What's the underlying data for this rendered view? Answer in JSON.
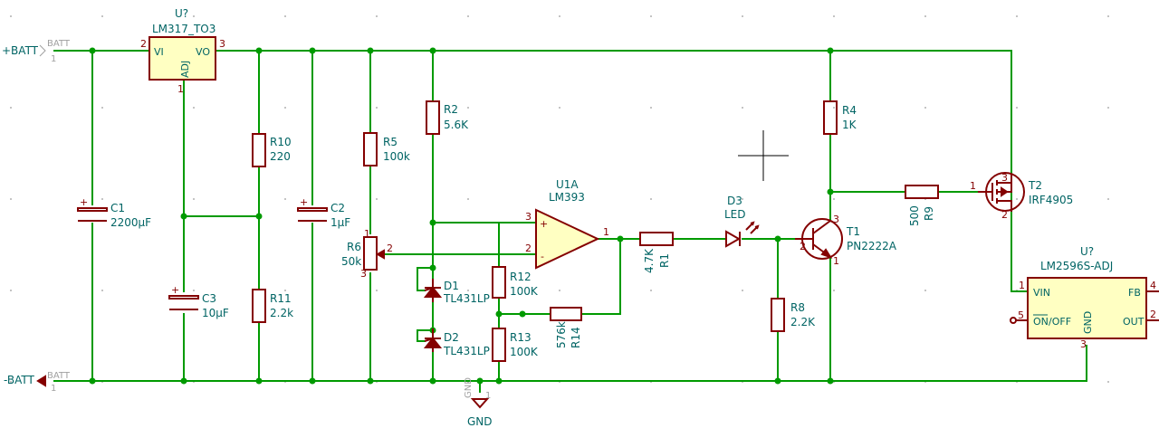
{
  "ports": {
    "batt_plus": "+BATT",
    "batt_plus_pin": "BATT",
    "batt_plus_num": "1",
    "batt_minus": "-BATT",
    "batt_minus_pin": "BATT",
    "batt_minus_num": "1",
    "gnd": "GND",
    "gnd_pin": "GND",
    "gnd_num": "1"
  },
  "components": {
    "u_reg": {
      "ref": "U?",
      "value": "LM317_TO3",
      "pin_vi": "VI",
      "pin_vo": "VO",
      "pin_adj": "ADJ",
      "n_vi": "2",
      "n_vo": "3",
      "n_adj": "1"
    },
    "c1": {
      "ref": "C1",
      "value": "2200µF"
    },
    "c2": {
      "ref": "C2",
      "value": "1µF"
    },
    "c3": {
      "ref": "C3",
      "value": "10µF"
    },
    "r10": {
      "ref": "R10",
      "value": "220"
    },
    "r11": {
      "ref": "R11",
      "value": "2.2k"
    },
    "r5": {
      "ref": "R5",
      "value": "100k"
    },
    "r6": {
      "ref": "R6",
      "value": "50k",
      "n1": "1",
      "n2": "2",
      "n3": "3"
    },
    "r2": {
      "ref": "R2",
      "value": "5.6K"
    },
    "r12": {
      "ref": "R12",
      "value": "100K"
    },
    "r13": {
      "ref": "R13",
      "value": "100K"
    },
    "r14": {
      "ref": "R14",
      "value": "576k"
    },
    "d1": {
      "ref": "D1",
      "value": "TL431LP"
    },
    "d2": {
      "ref": "D2",
      "value": "TL431LP"
    },
    "u1a": {
      "ref": "U1A",
      "value": "LM393",
      "n_plus": "3",
      "n_minus": "2",
      "n_out": "1",
      "plus": "+",
      "minus": "-"
    },
    "r1": {
      "ref": "R1",
      "value": "4.7K"
    },
    "d3": {
      "ref": "D3",
      "value": "LED"
    },
    "t1": {
      "ref": "T1",
      "value": "PN2222A",
      "n_b": "2",
      "n_c": "3",
      "n_e": "1"
    },
    "r8": {
      "ref": "R8",
      "value": "2.2K"
    },
    "r4": {
      "ref": "R4",
      "value": "1K"
    },
    "r9": {
      "ref": "R9",
      "value": "500"
    },
    "t2": {
      "ref": "T2",
      "value": "IRF4905",
      "n_g": "1",
      "n_s": "3",
      "n_d": "2"
    },
    "u_buck": {
      "ref": "U?",
      "value": "LM2596S-ADJ",
      "pin_vin": "VIN",
      "pin_fb": "FB",
      "pin_onoff_bar": "ON",
      "pin_onoff_rest": "/OFF",
      "pin_gnd": "GND",
      "pin_out": "OUT",
      "n_vin": "1",
      "n_fb": "4",
      "n_onoff": "5",
      "n_gnd": "3",
      "n_out": "2"
    }
  },
  "colors": {
    "wire": "#009a00",
    "component": "#840000",
    "text": "#006464",
    "fill": "#ffffc2",
    "grid": "#9a9a9a"
  }
}
